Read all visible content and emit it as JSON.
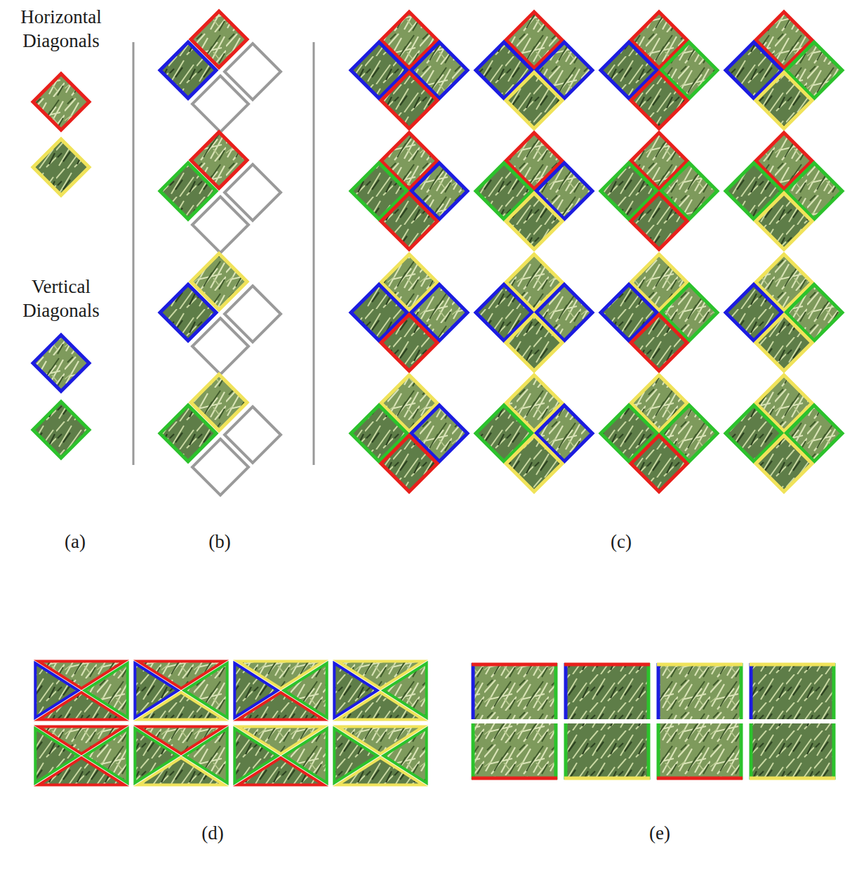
{
  "diagram": {
    "labels": [
      "Horizontal Diagonals",
      "Vertical Diagonals",
      "(a)",
      "(b)",
      "(c)",
      "(d)",
      "(e)"
    ]
  }
}
